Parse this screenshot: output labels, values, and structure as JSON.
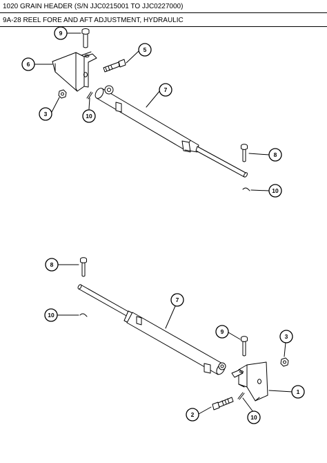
{
  "header": {
    "title": "1020 GRAIN HEADER (S/N JJC0215001 TO JJC0227000)",
    "subtitle": "9A-28 REEL FORE AND AFT ADJUSTMENT, HYDRAULIC"
  },
  "callouts": {
    "top_9": "9",
    "top_6": "6",
    "top_5": "5",
    "top_7": "7",
    "top_3": "3",
    "top_10a": "10",
    "top_8": "8",
    "top_10b": "10",
    "bot_8": "8",
    "bot_7": "7",
    "bot_10a": "10",
    "bot_9": "9",
    "bot_3": "3",
    "bot_1": "1",
    "bot_2": "2",
    "bot_10b": "10"
  }
}
